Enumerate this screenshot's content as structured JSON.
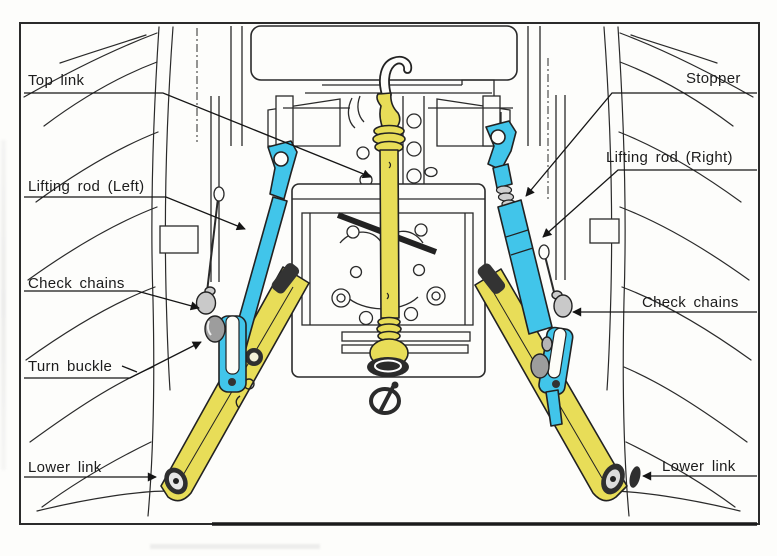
{
  "colors": {
    "yellow": "#e8dd58",
    "blue": "#41c5ea",
    "line": "#2a2a2a",
    "text": "#1c1c1c"
  },
  "callouts": {
    "top_link": "Top link",
    "stopper": "Stopper",
    "lifting_rod_left": "Lifting rod (Left)",
    "lifting_rod_right": "Lifting rod (Right)",
    "check_chains_left": "Check chains",
    "check_chains_right": "Check chains",
    "turn_buckle": "Turn buckle",
    "lower_link_left": "Lower link",
    "lower_link_right": "Lower link"
  }
}
